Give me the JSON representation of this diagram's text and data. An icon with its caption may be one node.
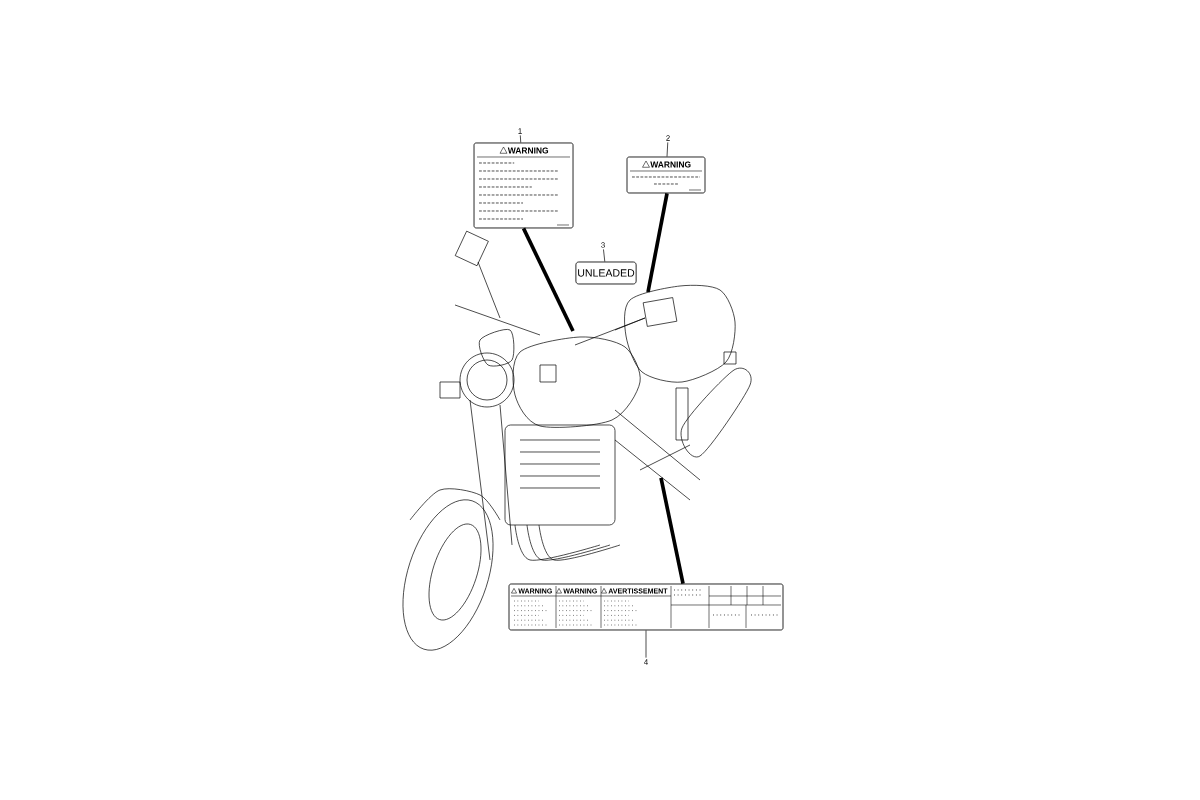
{
  "diagram": {
    "nodes": [
      {
        "text": [
          "1"
        ]
      },
      {
        "text": [
          "WARNING"
        ]
      },
      {
        "text": [
          "2"
        ]
      },
      {
        "text": [
          "WARNING"
        ]
      },
      {
        "text": [
          "3"
        ]
      },
      {
        "text": [
          "UNLEADED"
        ]
      },
      {
        "text": [
          "WARNING",
          "WARNING",
          "AVERTISSEMENT"
        ]
      },
      {
        "text": [
          "4"
        ]
      }
    ],
    "edges": [
      {
        "from": 0,
        "to": 1,
        "arrow": "none"
      },
      {
        "from": 2,
        "to": 3,
        "arrow": "none"
      },
      {
        "from": 4,
        "to": 5,
        "arrow": "none"
      },
      {
        "from": 7,
        "to": 6,
        "arrow": "none"
      },
      {
        "from": 1,
        "to": null,
        "arrow": "none",
        "style": "thick"
      },
      {
        "from": 3,
        "to": null,
        "arrow": "none",
        "style": "thick"
      },
      {
        "from": 6,
        "to": null,
        "arrow": "none",
        "style": "thick"
      }
    ]
  }
}
